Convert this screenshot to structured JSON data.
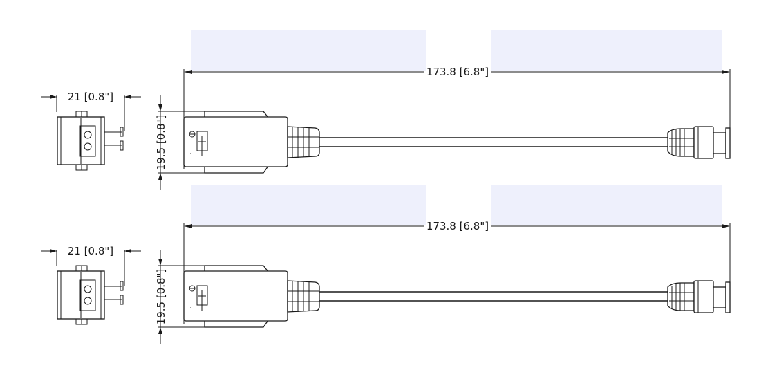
{
  "views": [
    {
      "side_width_label": "21 [0.8\"]",
      "height_label": "19.5 [0.8\"]",
      "length_label": "173.8 [6.8\"]"
    },
    {
      "side_width_label": "21 [0.8\"]",
      "height_label": "19.5 [0.8\"]",
      "length_label": "173.8 [6.8\"]"
    }
  ],
  "colors": {
    "line": "#1a1a1a",
    "highlight_band": "#eef0fc",
    "background": "#ffffff"
  }
}
